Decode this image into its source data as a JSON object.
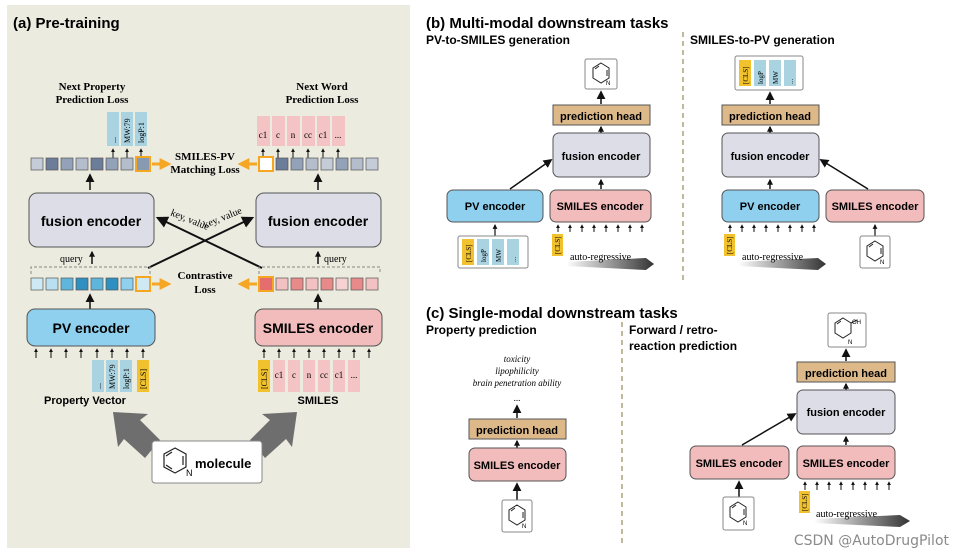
{
  "pretrain": {
    "title": "(a) Pre-training",
    "next_property_loss": [
      "Next Property",
      "Prediction Loss"
    ],
    "next_word_loss": [
      "Next Word",
      "Prediction Loss"
    ],
    "matching_loss": [
      "SMILES-PV",
      "Matching Loss"
    ],
    "contrastive_loss": [
      "Contrastive",
      "Loss"
    ],
    "fusion_left": "fusion encoder",
    "fusion_right": "fusion encoder",
    "key_value_left": "key, value",
    "key_value_right": "key, value",
    "query_left": "query",
    "query_right": "query",
    "pv_encoder": "PV encoder",
    "smiles_encoder": "SMILES encoder",
    "property_vector": "Property Vector",
    "smiles": "SMILES",
    "molecule": "molecule",
    "top_pv_tokens": [
      "...",
      "MW:79",
      "logP:1"
    ],
    "top_smiles_tokens": [
      "c1",
      "c",
      "n",
      "cc",
      "c1",
      "..."
    ],
    "bottom_pv_tokens": [
      "...",
      "MW:79",
      "logP:1",
      "[CLS]"
    ],
    "bottom_smiles_tokens": [
      "[CLS]",
      "c1",
      "c",
      "n",
      "cc",
      "c1",
      "..."
    ]
  },
  "multimodal": {
    "title": "(b) Multi-modal downstream tasks",
    "pv2smiles": {
      "subtitle": "PV-to-SMILES generation",
      "prediction_head": "prediction head",
      "fusion": "fusion encoder",
      "pv_encoder": "PV encoder",
      "smiles_encoder": "SMILES encoder",
      "pv_tokens": [
        "[CLS]",
        "logP",
        "MW",
        "..."
      ],
      "cls": "[CLS]",
      "autoreg": "auto-regressive"
    },
    "smiles2pv": {
      "subtitle": "SMILES-to-PV generation",
      "prediction_head": "prediction head",
      "fusion": "fusion encoder",
      "pv_encoder": "PV encoder",
      "smiles_encoder": "SMILES encoder",
      "pv_tokens": [
        "[CLS]",
        "logP",
        "MW",
        "..."
      ],
      "cls": "[CLS]",
      "autoreg": "auto-regressive"
    }
  },
  "singlemodal": {
    "title": "(c) Single-modal downstream tasks",
    "property": {
      "subtitle": "Property prediction",
      "tasks": [
        "toxicity",
        "lipophilicity",
        "brain penetration ability",
        "..."
      ],
      "prediction_head": "prediction head",
      "smiles_encoder": "SMILES encoder"
    },
    "reaction": {
      "subtitle": [
        "Forward / retro-",
        "reaction prediction"
      ],
      "prediction_head": "prediction head",
      "fusion": "fusion encoder",
      "smiles_left": "SMILES encoder",
      "smiles_right": "SMILES encoder",
      "oh": "OH",
      "cls": "[CLS]",
      "autoreg": "auto-regressive"
    }
  },
  "n_label": "N",
  "watermark": "CSDN @AutoDrugPilot",
  "colors": {
    "panel_bg": "#ecebe0",
    "pv_blue": "#8fd0ee",
    "smiles_pink": "#f2bcbc",
    "fusion_gray": "#dcdde6",
    "head_tan": "#ddb98a",
    "cls_yellow": "#f2c12e",
    "token_blue": "#aad3e2",
    "token_pink": "#f4c4c4",
    "arrow_orange": "#f5a623"
  }
}
